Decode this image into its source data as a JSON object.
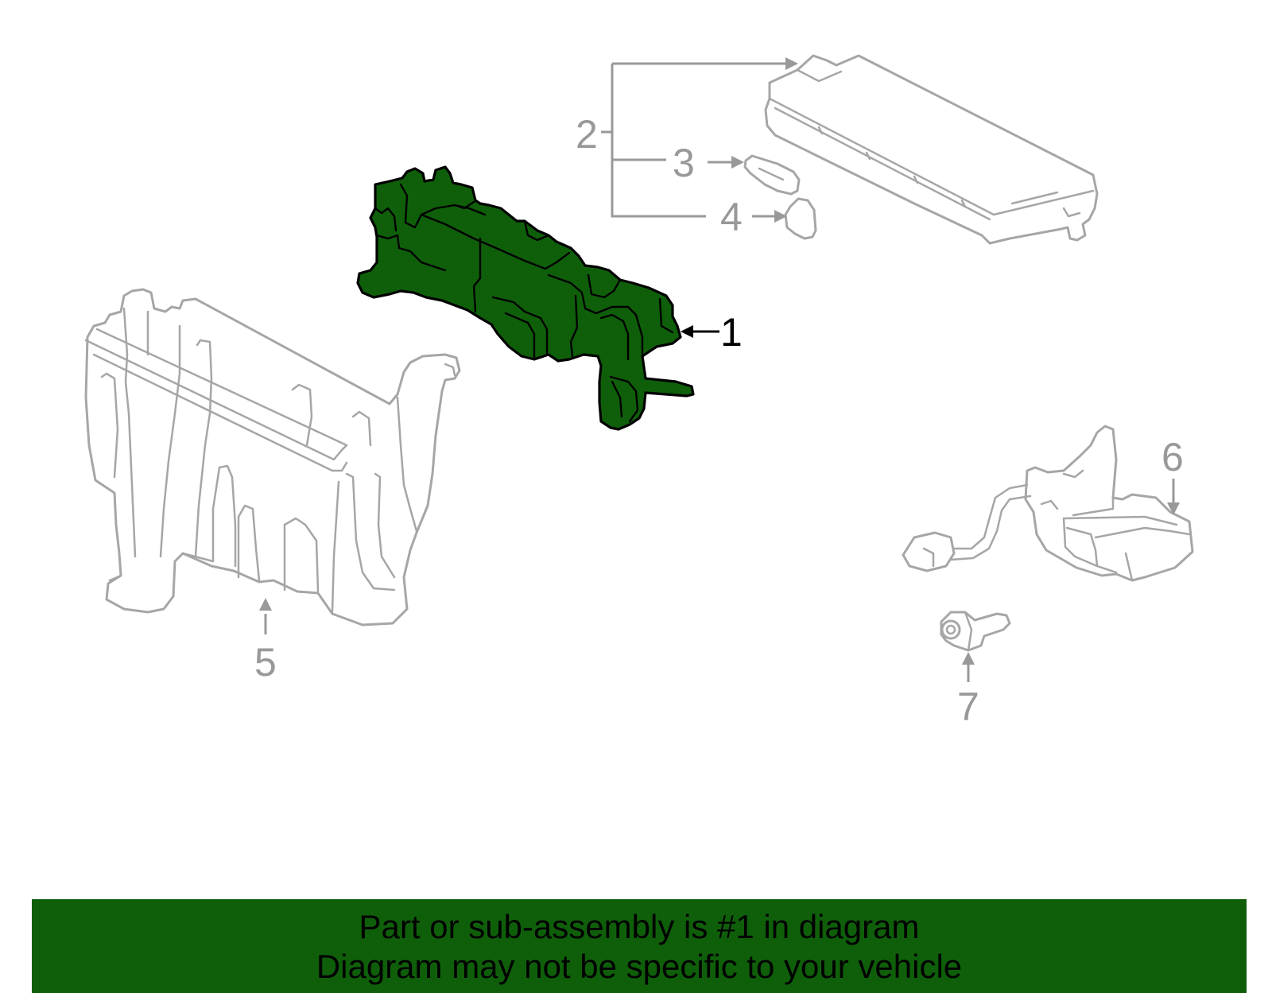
{
  "callouts": {
    "c1": "1",
    "c2": "2",
    "c3": "3",
    "c4": "4",
    "c5": "5",
    "c6": "6",
    "c7": "7"
  },
  "footer": {
    "line1": "Part or sub-assembly is #1 in diagram",
    "line2": "Diagram may not be specific to your vehicle"
  },
  "colors": {
    "highlight": "#0f5f0a",
    "ghost_stroke": "#a6a6a6",
    "callout": "#999999"
  }
}
